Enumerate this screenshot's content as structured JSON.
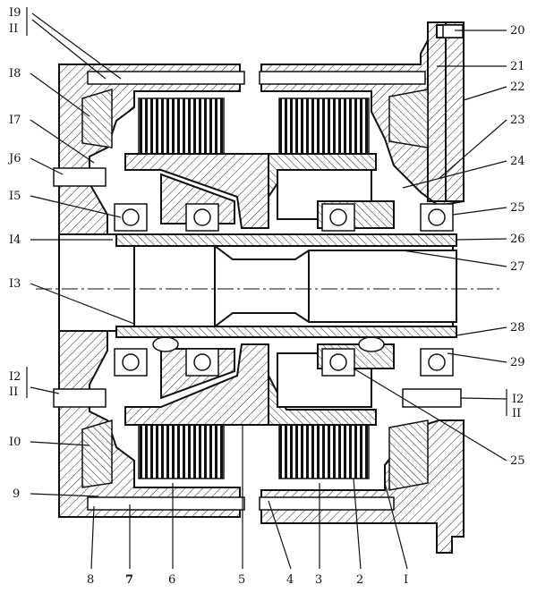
{
  "diagram": {
    "callouts_right": [
      {
        "id": "20",
        "text": "20"
      },
      {
        "id": "21",
        "text": "21"
      },
      {
        "id": "22",
        "text": "22"
      },
      {
        "id": "23",
        "text": "23"
      },
      {
        "id": "24",
        "text": "24"
      },
      {
        "id": "25a",
        "text": "25"
      },
      {
        "id": "26",
        "text": "26"
      },
      {
        "id": "27",
        "text": "27"
      },
      {
        "id": "28",
        "text": "28"
      },
      {
        "id": "29",
        "text": "29"
      },
      {
        "id": "12r",
        "text": "I2"
      },
      {
        "id": "25b",
        "text": "25"
      }
    ],
    "callouts_left": [
      {
        "id": "19",
        "text": "I9"
      },
      {
        "id": "18",
        "text": "I8"
      },
      {
        "id": "17",
        "text": "I7"
      },
      {
        "id": "16",
        "text": "J6"
      },
      {
        "id": "15",
        "text": "I5"
      },
      {
        "id": "14",
        "text": "I4"
      },
      {
        "id": "13",
        "text": "I3"
      },
      {
        "id": "12l",
        "text": "I2"
      },
      {
        "id": "10",
        "text": "I0"
      },
      {
        "id": "9",
        "text": "9"
      }
    ],
    "callouts_bottom": [
      {
        "id": "8",
        "text": "8"
      },
      {
        "id": "7",
        "text": "7"
      },
      {
        "id": "6",
        "text": "6"
      },
      {
        "id": "5",
        "text": "5"
      },
      {
        "id": "4",
        "text": "4"
      },
      {
        "id": "3",
        "text": "3"
      },
      {
        "id": "2",
        "text": "2"
      },
      {
        "id": "1",
        "text": "I"
      }
    ],
    "section_marks": {
      "top_left": "II",
      "mid_left": "II",
      "mid_right": "II"
    }
  }
}
